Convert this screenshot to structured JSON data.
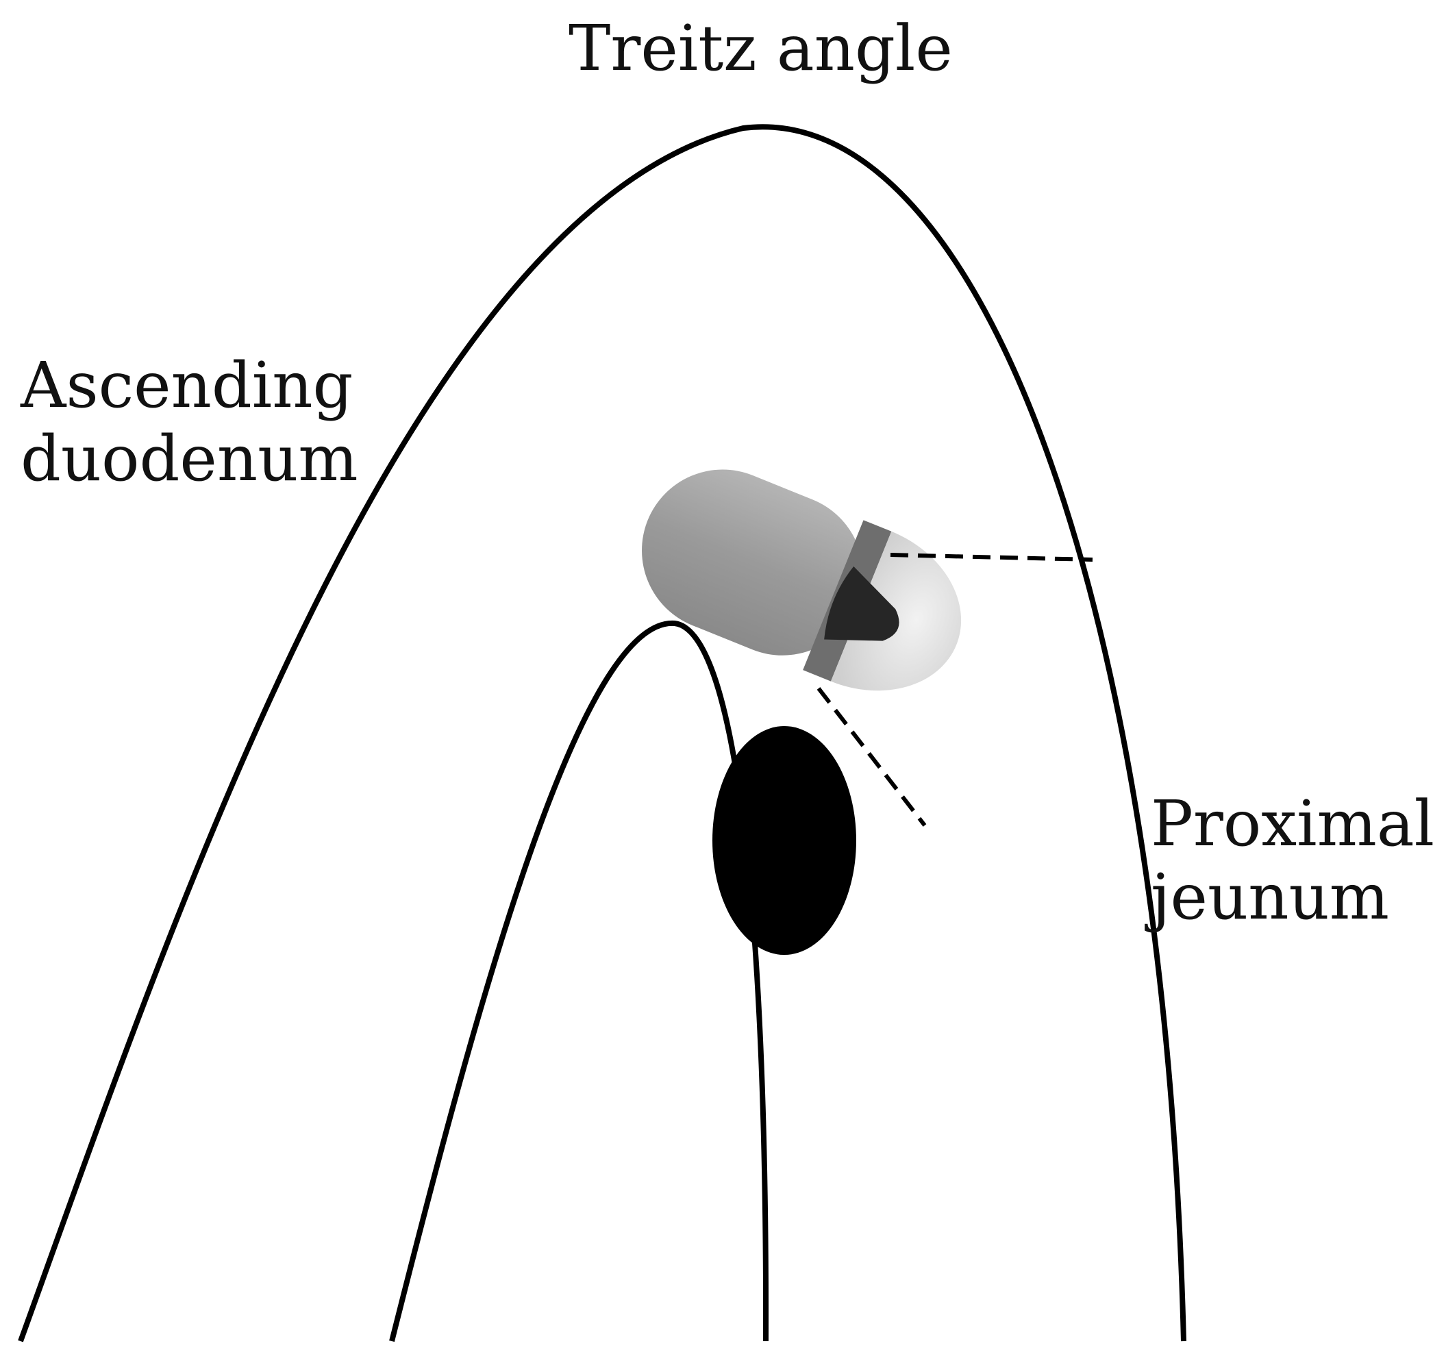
{
  "labels": {
    "treitz_angle": "Treitz angle",
    "ascending_duodenum": [
      "Ascending",
      "duodenum"
    ],
    "proximal_jejunum": [
      "Proximal",
      "jeunum"
    ]
  },
  "colors": {
    "outline": "#000000",
    "capsule_body": "#9a9a9a",
    "capsule_dome": "#e6e6e6",
    "capsule_band": "#6e6e6e",
    "lens": "#2a2a2a",
    "lesion": "#000000",
    "background": "#ffffff"
  },
  "icons": {
    "capsule": "capsule-endoscope-icon",
    "lesion": "lesion-marker"
  }
}
